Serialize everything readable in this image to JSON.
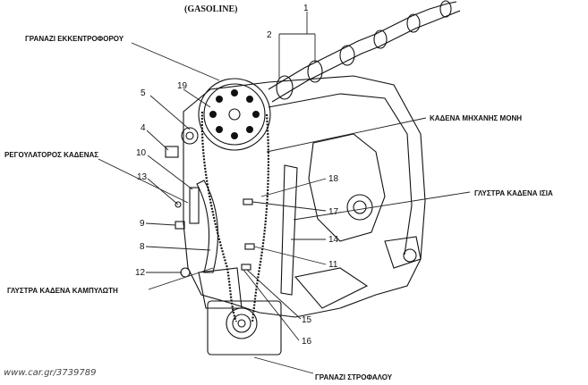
{
  "header": "(GASOLINE)",
  "labels": {
    "camshaft_gear": "ΓΡΑΝΑΖΙ ΕΚΚΕΝΤΡΟΦΟΡΟΥ",
    "chain_tensioner": "ΡΕΓΟΥΛΑΤΟΡΟΣ ΚΑΔΕΝΑΣ",
    "engine_chain": "ΚΑΔΕΝΑ ΜΗΧΑΝΗΣ ΜΟΝΗ",
    "straight_guide": "ΓΛΥΣΤΡΑ ΚΑΔΕΝΑ ΙΣΙΑ",
    "curved_guide": "ΓΛΥΣΤΡΑ ΚΑΔΕΝΑ ΚΑΜΠΥΛΩΤΗ",
    "crankshaft_gear": "ΓΡΑΝΑΖΙ ΣΤΡΟΦΑΛΟΥ"
  },
  "numbers": [
    "1",
    "2",
    "19",
    "5",
    "4",
    "10",
    "13",
    "9",
    "8",
    "12",
    "18",
    "17",
    "14",
    "11",
    "15",
    "16"
  ],
  "watermark": "www.car.gr/3739789"
}
